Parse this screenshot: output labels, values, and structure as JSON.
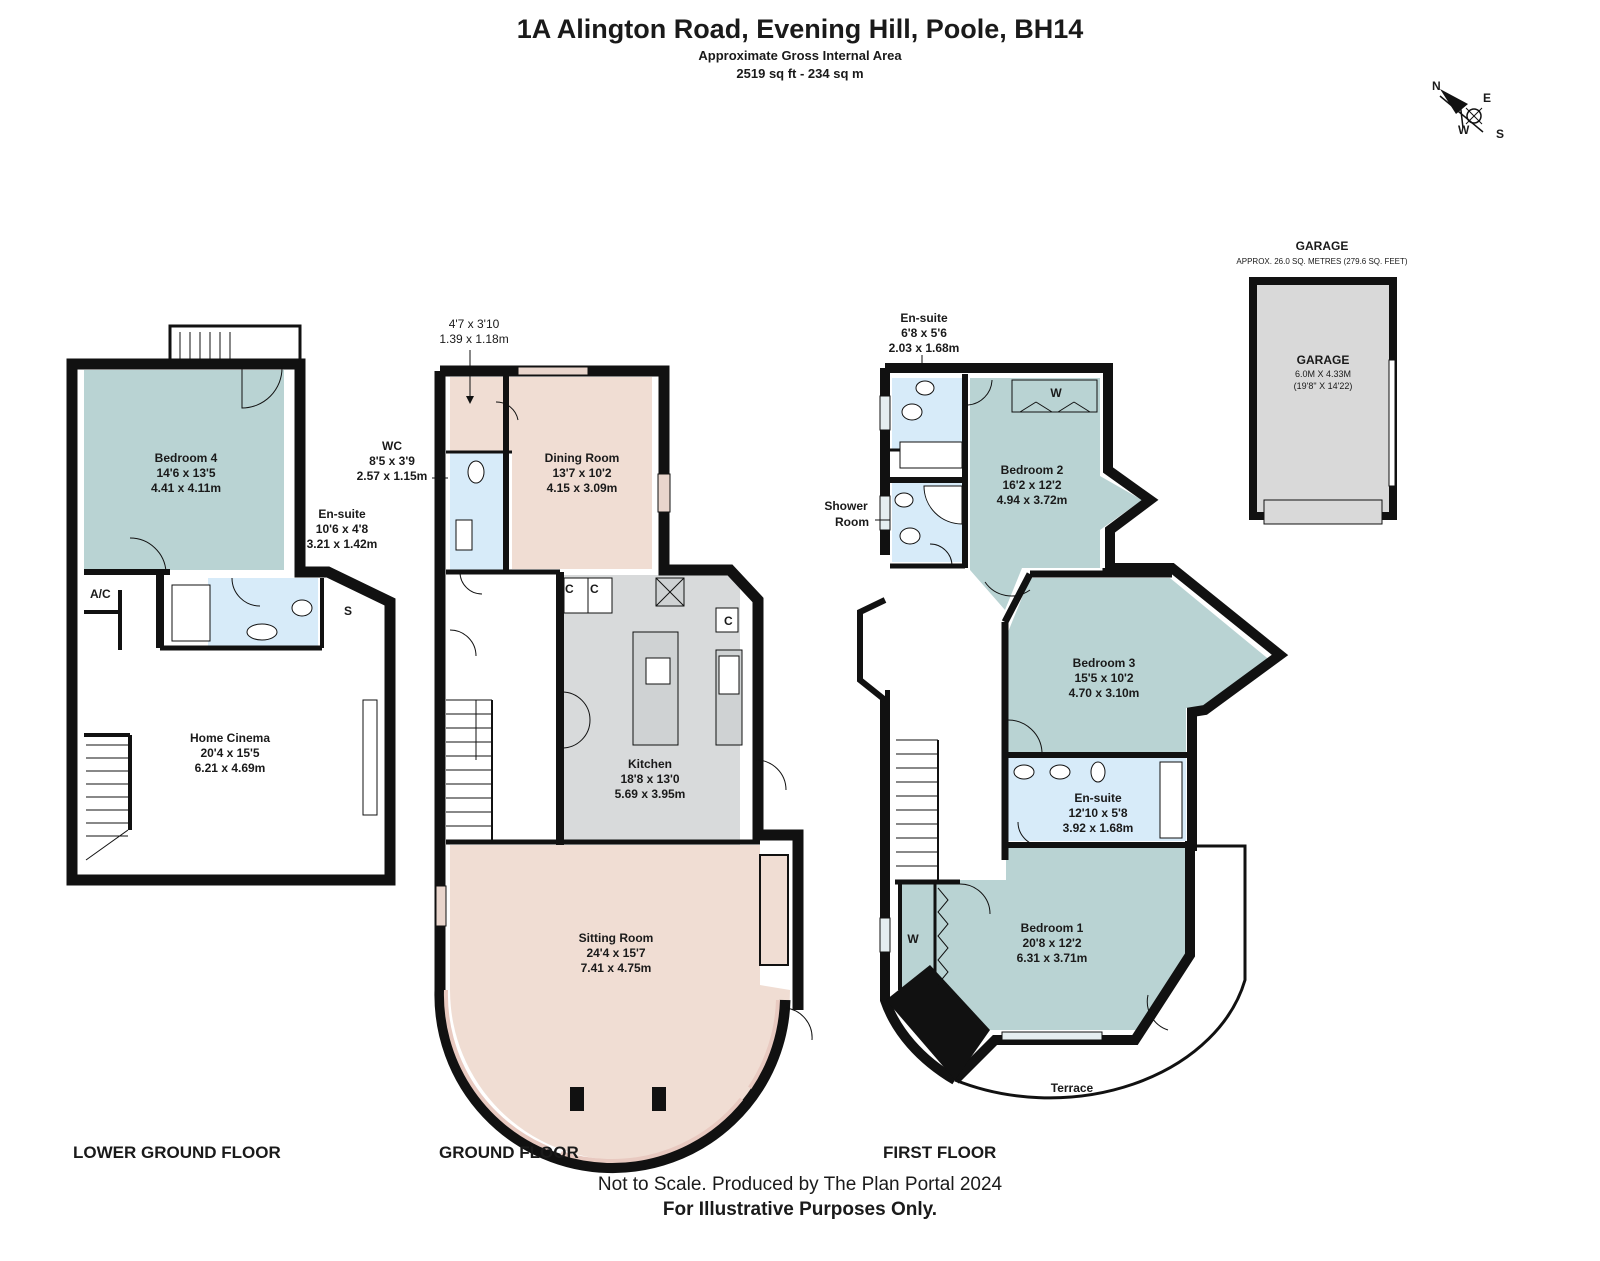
{
  "header": {
    "title": "1A Alington Road, Evening Hill, Poole, BH14",
    "gia_label": "Approximate Gross Internal Area",
    "area": "2519 sq ft - 234 sq m"
  },
  "compass": {
    "n": "N",
    "e": "E",
    "s": "S",
    "w": "W"
  },
  "floors": {
    "lower": "LOWER GROUND FLOOR",
    "ground": "GROUND FLOOR",
    "first": "FIRST FLOOR"
  },
  "lower_rooms": {
    "bedroom4": {
      "name": "Bedroom 4",
      "imperial": "14'6 x 13'5",
      "metric": "4.41 x 4.11m"
    },
    "ensuite": {
      "name": "En-suite",
      "imperial": "10'6 x 4'8",
      "metric": "3.21 x 1.42m"
    },
    "cinema": {
      "name": "Home Cinema",
      "imperial": "20'4 x 15'5",
      "metric": "6.21 x 4.69m"
    },
    "ac": "A/C",
    "store": "S"
  },
  "ground_rooms": {
    "store": {
      "imperial": "4'7 x 3'10",
      "metric": "1.39 x 1.18m"
    },
    "wc": {
      "name": "WC",
      "imperial": "8'5 x 3'9",
      "metric": "2.57 x 1.15m"
    },
    "dining": {
      "name": "Dining Room",
      "imperial": "13'7 x 10'2",
      "metric": "4.15 x 3.09m"
    },
    "kitchen": {
      "name": "Kitchen",
      "imperial": "18'8 x 13'0",
      "metric": "5.69 x 3.95m"
    },
    "sitting": {
      "name": "Sitting Room",
      "imperial": "24'4 x 15'7",
      "metric": "7.41 x 4.75m"
    },
    "cupboard": "C"
  },
  "first_rooms": {
    "ensuite2": {
      "name": "En-suite",
      "imperial": "6'8 x 5'6",
      "metric": "2.03 x 1.68m"
    },
    "shower_line1": "Shower",
    "shower_line2": "Room",
    "bedroom2": {
      "name": "Bedroom 2",
      "imperial": "16'2 x 12'2",
      "metric": "4.94 x 3.72m"
    },
    "bedroom3": {
      "name": "Bedroom 3",
      "imperial": "15'5 x 10'2",
      "metric": "4.70 x 3.10m"
    },
    "ensuite1": {
      "name": "En-suite",
      "imperial": "12'10 x 5'8",
      "metric": "3.92 x 1.68m"
    },
    "bedroom1": {
      "name": "Bedroom 1",
      "imperial": "20'8 x 12'2",
      "metric": "6.31 x 3.71m"
    },
    "terrace": "Terrace",
    "wardrobe": "W"
  },
  "garage": {
    "title": "GARAGE",
    "approx": "APPROX. 26.0 SQ. METRES (279.6 SQ. FEET)",
    "label": "GARAGE",
    "metric": "6.0M X 4.33M",
    "imperial": "(19'8\" X 14'22)"
  },
  "footer": {
    "note": "Not to Scale. Produced by The Plan Portal 2024",
    "illustrative": "For Illustrative Purposes Only."
  },
  "colors": {
    "wall": "#111111",
    "bedroom": "#b9d3d3",
    "dining_sitting": "#f0ddd3",
    "kitchen": "#d8dadb",
    "bathroom": "#d7ebf9",
    "garage": "#d9d9d9"
  }
}
